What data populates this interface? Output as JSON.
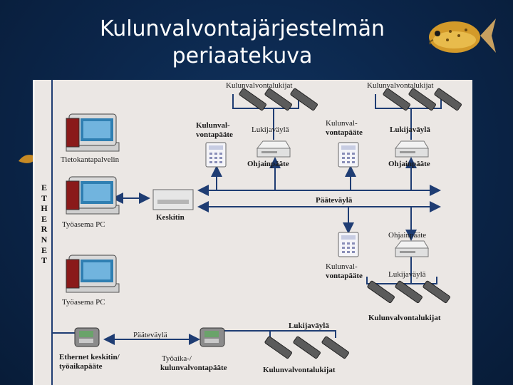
{
  "title": {
    "line1": "Kulunvalvontajärjestelmän",
    "line2": "periaatekuva"
  },
  "diagram": {
    "ethernet_letters": [
      "E",
      "T",
      "H",
      "E",
      "R",
      "N",
      "E",
      "T"
    ],
    "labels": {
      "db_server": "Tietokantapalvelin",
      "workstation_1": "Työasema PC",
      "workstation_2": "Työasema PC",
      "hub": "Keskitin",
      "readers_top_left": "Kulunvalvontalukijat",
      "readers_top_right": "Kulunvalvontalukijat",
      "terminal_top_left_l1": "Kulunval-",
      "terminal_top_left_l2": "vontapääte",
      "reader_bus_top_left": "Lukijaväylä",
      "terminal_top_mid_l1": "Kulunval-",
      "terminal_top_mid_l2": "vontapääte",
      "reader_bus_top_right": "Lukijaväylä",
      "controller_top_left": "Ohjainpääte",
      "controller_top_right": "Ohjainpääte",
      "terminal_bus_main": "Pääteväylä",
      "controller_mid": "Ohjainpääte",
      "terminal_mid_l1": "Kulunval-",
      "terminal_mid_l2": "vontapääte",
      "reader_bus_mid": "Lukijaväylä",
      "readers_mid": "Kulunvalvontalukijat",
      "eth_hub_l1": "Ethernet keskitin/",
      "eth_hub_l2": "työaikapääte",
      "terminal_bus_bottom": "Pääteväylä",
      "time_terminal_l1": "Työaika-/",
      "time_terminal_l2": "kulunvalvontapääte",
      "reader_bus_bottom": "Lukijaväylä",
      "readers_bottom": "Kulunvalvontalukijat"
    }
  },
  "colors": {
    "background": "#0b2549",
    "panel": "#ebe7e4",
    "connector": "#1f3d73",
    "title_text": "#ffffff"
  }
}
